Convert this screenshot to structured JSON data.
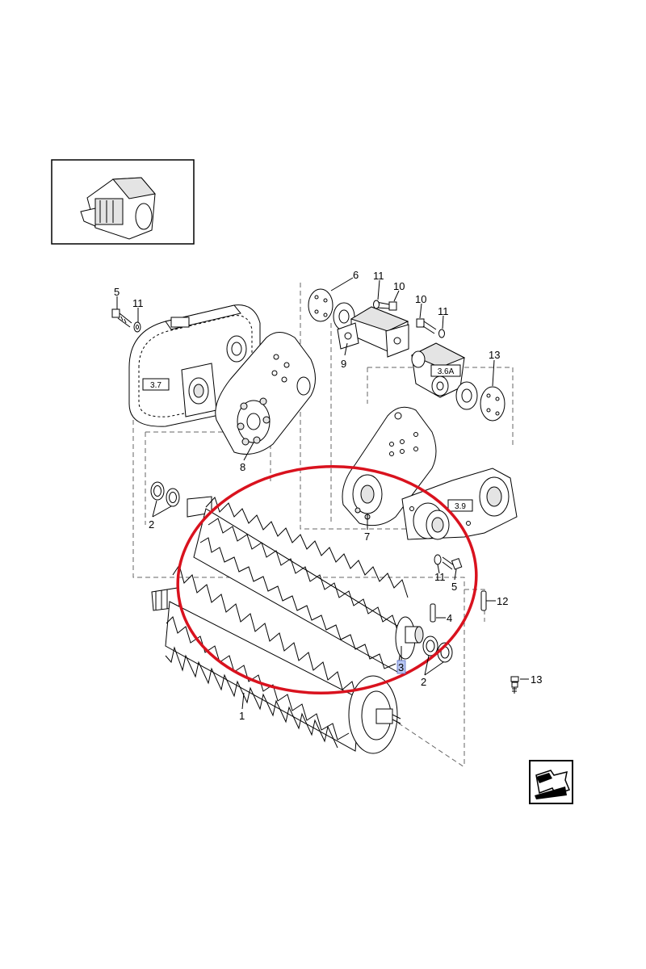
{
  "callouts": {
    "p1": "1",
    "p2a": "2",
    "p2b": "2",
    "p3": "3",
    "p4": "4",
    "p5a": "5",
    "p5b": "5",
    "p6": "6",
    "p7": "7",
    "p8": "8",
    "p9": "9",
    "p10a": "10",
    "p10b": "10",
    "p11a": "11",
    "p11b": "11",
    "p11c": "11",
    "p11d": "11",
    "p12": "12",
    "p13a": "13",
    "p13b": "13"
  },
  "references": {
    "r37": "3.7",
    "r36a": "3.6A",
    "r39": "3.9"
  },
  "colors": {
    "highlight": "#d9121e",
    "selected_label_bg": "#b8c6f2"
  },
  "icons": {
    "thumbnail": "machine-overview-thumbnail",
    "navigation": "next-page-arrow-icon"
  }
}
